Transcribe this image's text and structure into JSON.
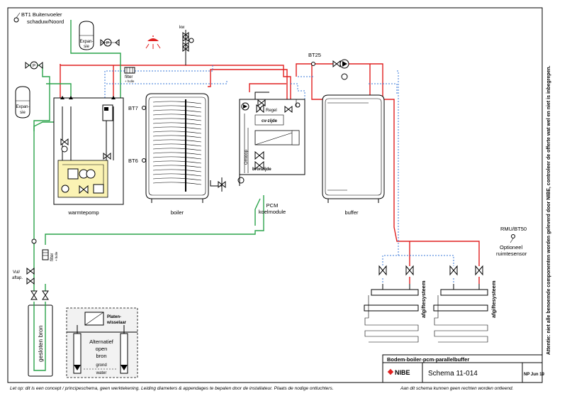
{
  "labels": {
    "bt1_line1": "BT1 Buitenvoeler",
    "bt1_line2": "schaduw/Noord",
    "kw": "kw",
    "expansie_top_1": "Expan-",
    "expansie_top_2": "sie",
    "expansie_left_1": "Expan-",
    "expansie_left_2": "sie",
    "filter_top": "filter",
    "filter_top_sub": "+ holle",
    "filter_left": "filter",
    "filter_left_sub": "+ holle",
    "bt25": "BT25",
    "bt7": "BT7",
    "bt6": "BT6",
    "regel": "Regel",
    "cv_zijde": "cv-zijde",
    "bronzijde": "bronzijde",
    "omloop": "Omloop",
    "warmtepomp": "warmtepomp",
    "boiler": "boiler",
    "pcm_1": "PCM",
    "pcm_2": "koelmodule",
    "buffer": "buffer",
    "rmu": "RMU/BT50",
    "optioneel_1": "Optioneel",
    "optioneel_2": "ruimtesensor",
    "vul_1": "Vul/",
    "vul_2": "aftap.",
    "gesloten_bron": "gesloten bron",
    "platen_1": "Platen-",
    "platen_2": "wisselaar",
    "alt_1": "Alternatief",
    "alt_2": "open",
    "alt_3": "bron",
    "grond_1": "grond",
    "grond_2": "water",
    "afgifte_1": "afgiftesysteem",
    "afgifte_2": "afgiftesysteem",
    "side_note": "Attentie: niet alle benoemde componenten worden geleverd door NIBE, controleer de offerte wat wel en niet is inbegrepen.",
    "footer_left": "Let op: dit is een concept / principeschema, geen werktekening. Leiding diameters & appendages te bepalen door de installateur. Plaats de nodige ontluchters.",
    "footer_right": "Aan dit schema kunnen geen rechten worden ontleend."
  },
  "titleblock": {
    "title": "Bodem-boiler-pcm-parallelbuffer",
    "brand": "NIBE",
    "schema": "Schema 11-014",
    "date": "NP Jun 19"
  },
  "colors": {
    "supply_hot": "#e02020",
    "source_brine": "#2aa34a",
    "control_signal": "#3a7ad8",
    "heatpump_module": "#fbf3b4",
    "brand": "#e02020"
  }
}
